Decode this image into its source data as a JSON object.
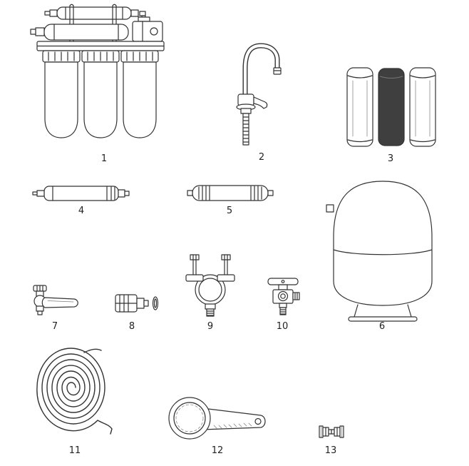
{
  "colors": {
    "background": "#ffffff",
    "line": "#333333",
    "text": "#222222",
    "cartridge": "#3f3f3f"
  },
  "parts": [
    {
      "label": "1",
      "icon": "ro-system-assembly-icon"
    },
    {
      "label": "2",
      "icon": "drinking-faucet-icon"
    },
    {
      "label": "3",
      "icon": "filter-cartridges-icon"
    },
    {
      "label": "4",
      "icon": "membrane-housing-icon"
    },
    {
      "label": "5",
      "icon": "inline-filter-icon"
    },
    {
      "label": "6",
      "icon": "storage-tank-icon"
    },
    {
      "label": "7",
      "icon": "feed-valve-icon"
    },
    {
      "label": "8",
      "icon": "tube-fitting-icon"
    },
    {
      "label": "9",
      "icon": "drain-saddle-clamp-icon"
    },
    {
      "label": "10",
      "icon": "tank-ball-valve-icon"
    },
    {
      "label": "11",
      "icon": "tubing-coil-icon"
    },
    {
      "label": "12",
      "icon": "filter-wrench-icon"
    },
    {
      "label": "13",
      "icon": "connector-fittings-icon"
    }
  ]
}
